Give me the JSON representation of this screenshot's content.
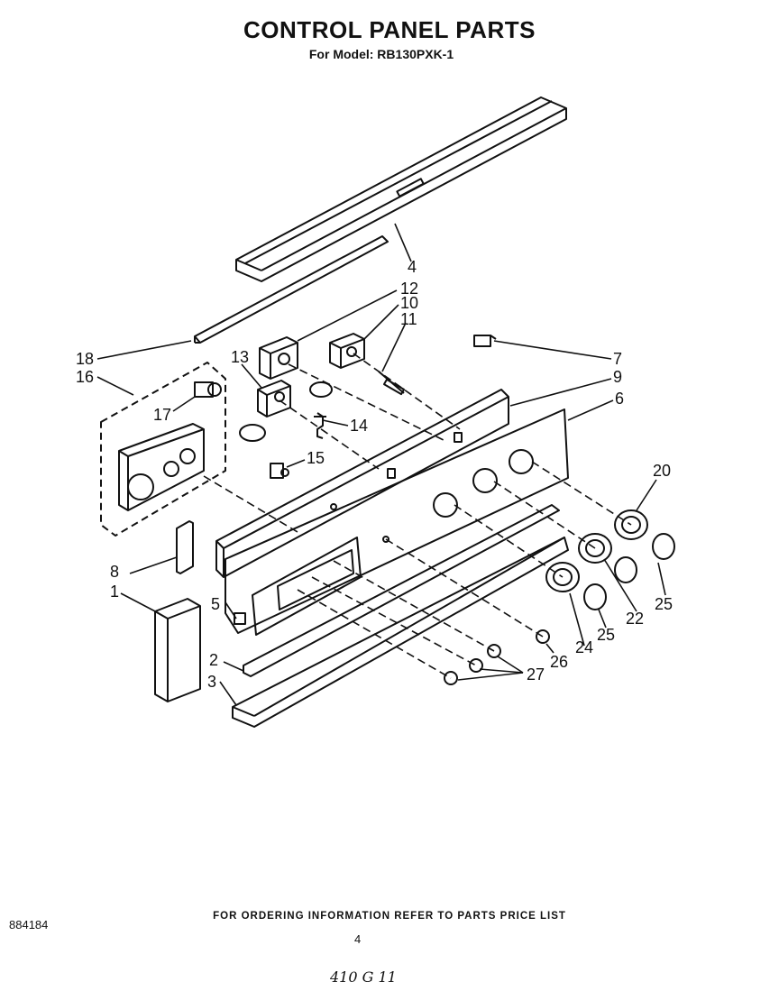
{
  "header": {
    "title": "CONTROL PANEL PARTS",
    "model_line": "For Model: RB130PXK-1"
  },
  "callouts": {
    "c1": "1",
    "c2": "2",
    "c3": "3",
    "c4": "4",
    "c5": "5",
    "c6": "6",
    "c7": "7",
    "c8": "8",
    "c9": "9",
    "c10": "10",
    "c11": "11",
    "c12": "12",
    "c13": "13",
    "c14": "14",
    "c15": "15",
    "c16": "16",
    "c17": "17",
    "c18": "18",
    "c20": "20",
    "c22": "22",
    "c24": "24",
    "c25a": "25",
    "c25b": "25",
    "c26": "26",
    "c27": "27"
  },
  "footer": {
    "ordering_note": "FOR ORDERING INFORMATION REFER TO PARTS PRICE LIST",
    "doc_number": "884184",
    "page_number": "4",
    "handwritten_note": "410 G 11"
  }
}
